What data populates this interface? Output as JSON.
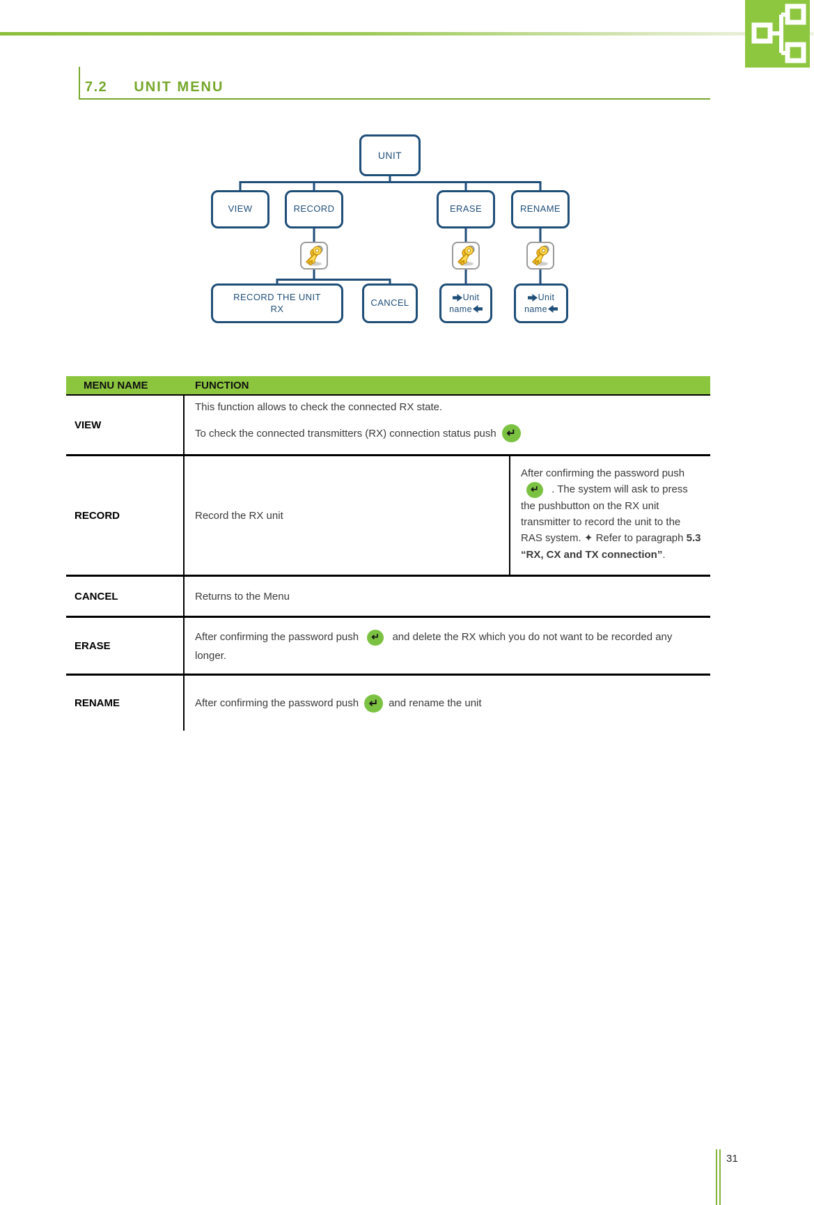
{
  "section": {
    "number": "7.2",
    "title": "UNIT MENU"
  },
  "diagram": {
    "root": "UNIT",
    "view": "VIEW",
    "record": "RECORD",
    "erase": "ERASE",
    "rename": "RENAME",
    "record_unit_line1": "RECORD THE UNIT",
    "record_unit_line2": "RX",
    "cancel": "CANCEL",
    "unit_name": {
      "line1": "Unit",
      "line2": "name"
    }
  },
  "icons": {
    "enter_glyph": "↵"
  },
  "table": {
    "headers": {
      "menu_name": "MENU NAME",
      "function": "FUNCTION"
    },
    "view": {
      "label": "VIEW",
      "line1": "This function allows to check the connected RX state.",
      "line2_before_icon": "To check the connected transmitters (RX) connection status push"
    },
    "record": {
      "label": "RECORD",
      "function": "Record the RX unit",
      "note_before_icon": "After confirming the password push",
      "note_after_icon": ". The system will ask to press the pushbutton on the RX unit transmitter to record the unit to the RAS system. ✦ Refer to paragraph ",
      "note_bold": "5.3 “RX, CX and TX connection”",
      "note_tail": "."
    },
    "cancel": {
      "label": "CANCEL",
      "function": "Returns to the Menu"
    },
    "erase": {
      "label": "ERASE",
      "before_icon": "After confirming the password push",
      "after_icon": "and delete the RX which you do not want to be recorded any longer."
    },
    "rename": {
      "label": "RENAME",
      "before_icon": "After confirming the password push",
      "after_icon": "and rename the unit"
    }
  },
  "footer": {
    "page_number": "31"
  },
  "colors": {
    "accent_green": "#8CC63F",
    "heading_green": "#76A72B",
    "diagram_blue": "#1F4E79",
    "enter_icon_green": "#7CC242"
  }
}
